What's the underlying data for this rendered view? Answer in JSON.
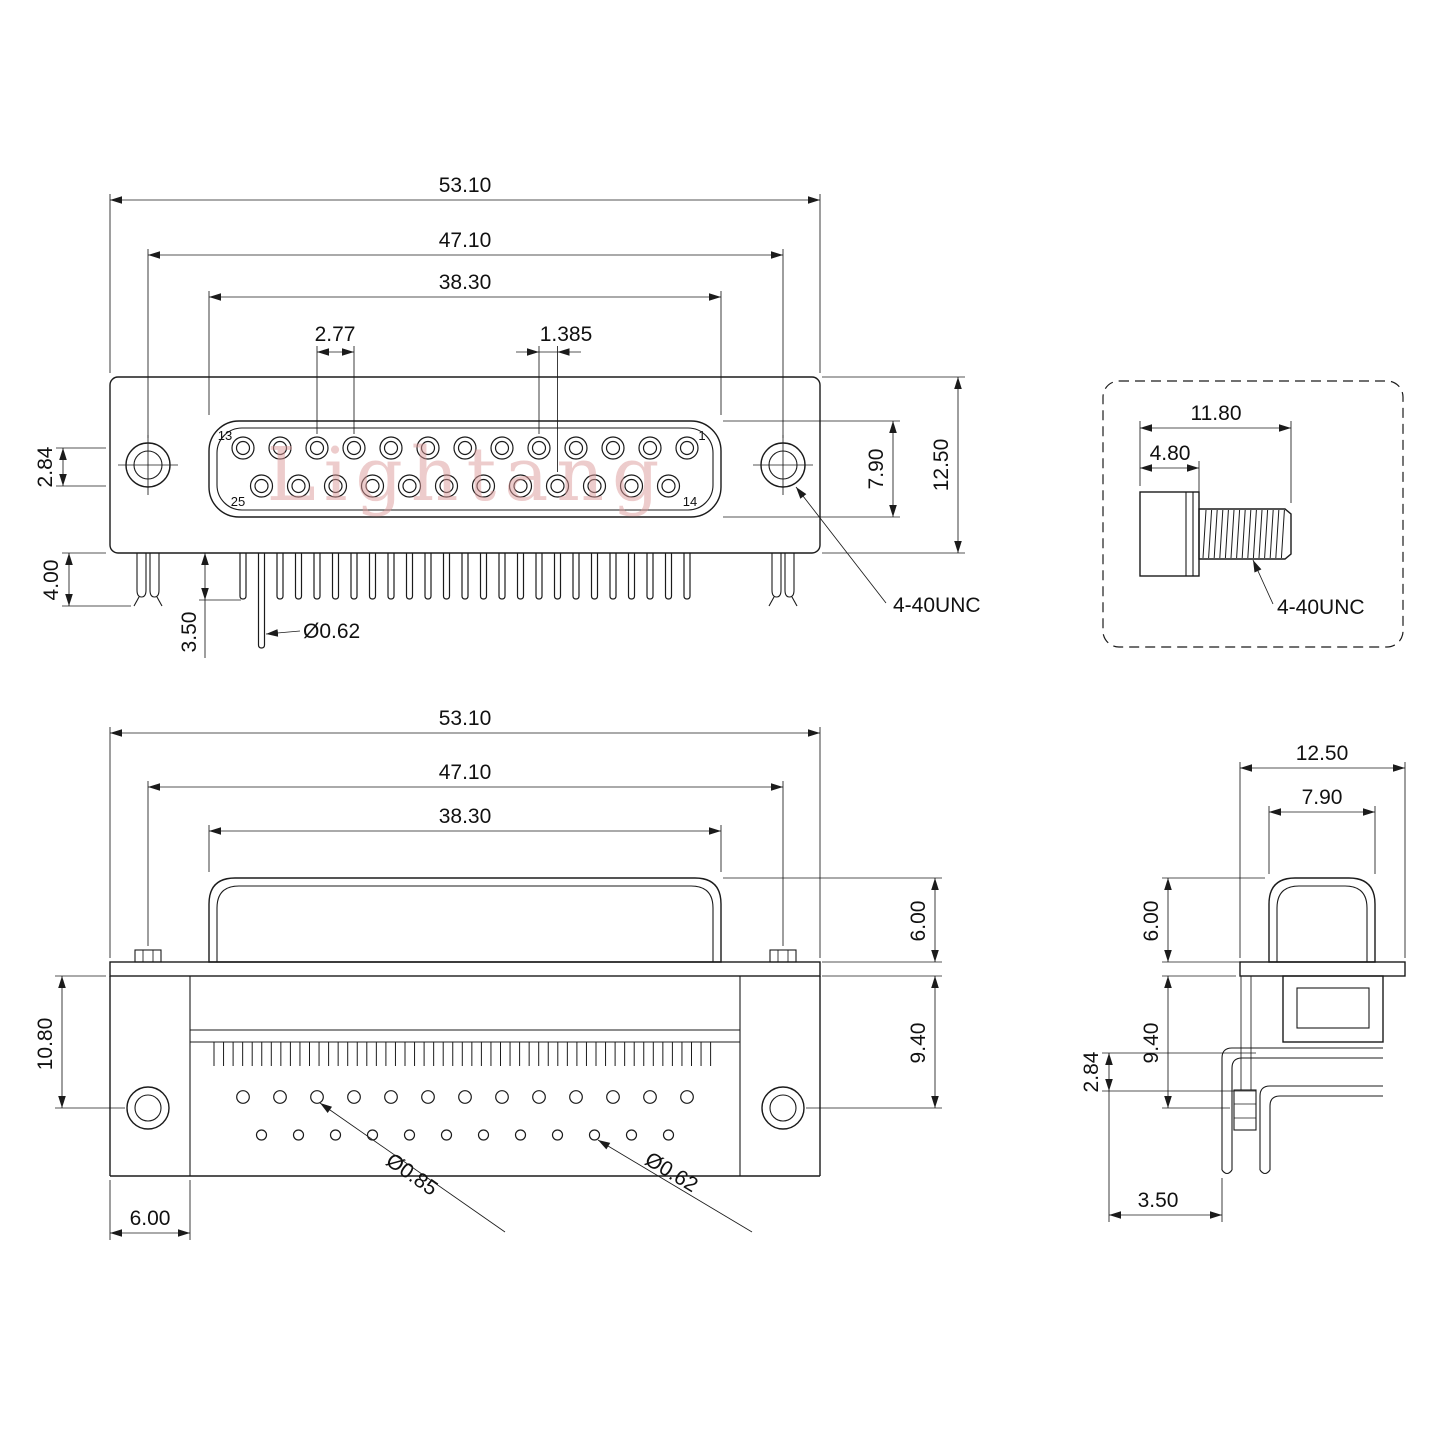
{
  "watermark": "Lightang",
  "front": {
    "dim_53_10": "53.10",
    "dim_47_10": "47.10",
    "dim_38_30": "38.30",
    "dim_2_77": "2.77",
    "dim_1_385": "1.385",
    "dim_2_84": "2.84",
    "dim_4_00": "4.00",
    "dim_3_50": "3.50",
    "dia_0_62": "Ø0.62",
    "dim_7_90": "7.90",
    "dim_12_50": "12.50",
    "thread": "4-40UNC",
    "pin1": "1",
    "pin13": "13",
    "pin14": "14",
    "pin25": "25"
  },
  "screw": {
    "dim_11_80": "11.80",
    "dim_4_80": "4.80",
    "thread": "4-40UNC"
  },
  "rear": {
    "dim_53_10": "53.10",
    "dim_47_10": "47.10",
    "dim_38_30": "38.30",
    "dim_10_80": "10.80",
    "dim_6_00_top": "6.00",
    "dim_9_40": "9.40",
    "dim_6_00_bottom": "6.00",
    "dia_0_85": "Ø0.85",
    "dia_0_62": "Ø0.62"
  },
  "side": {
    "dim_12_50": "12.50",
    "dim_7_90": "7.90",
    "dim_6_00": "6.00",
    "dim_9_40": "9.40",
    "dim_2_84": "2.84",
    "dim_3_50": "3.50"
  }
}
